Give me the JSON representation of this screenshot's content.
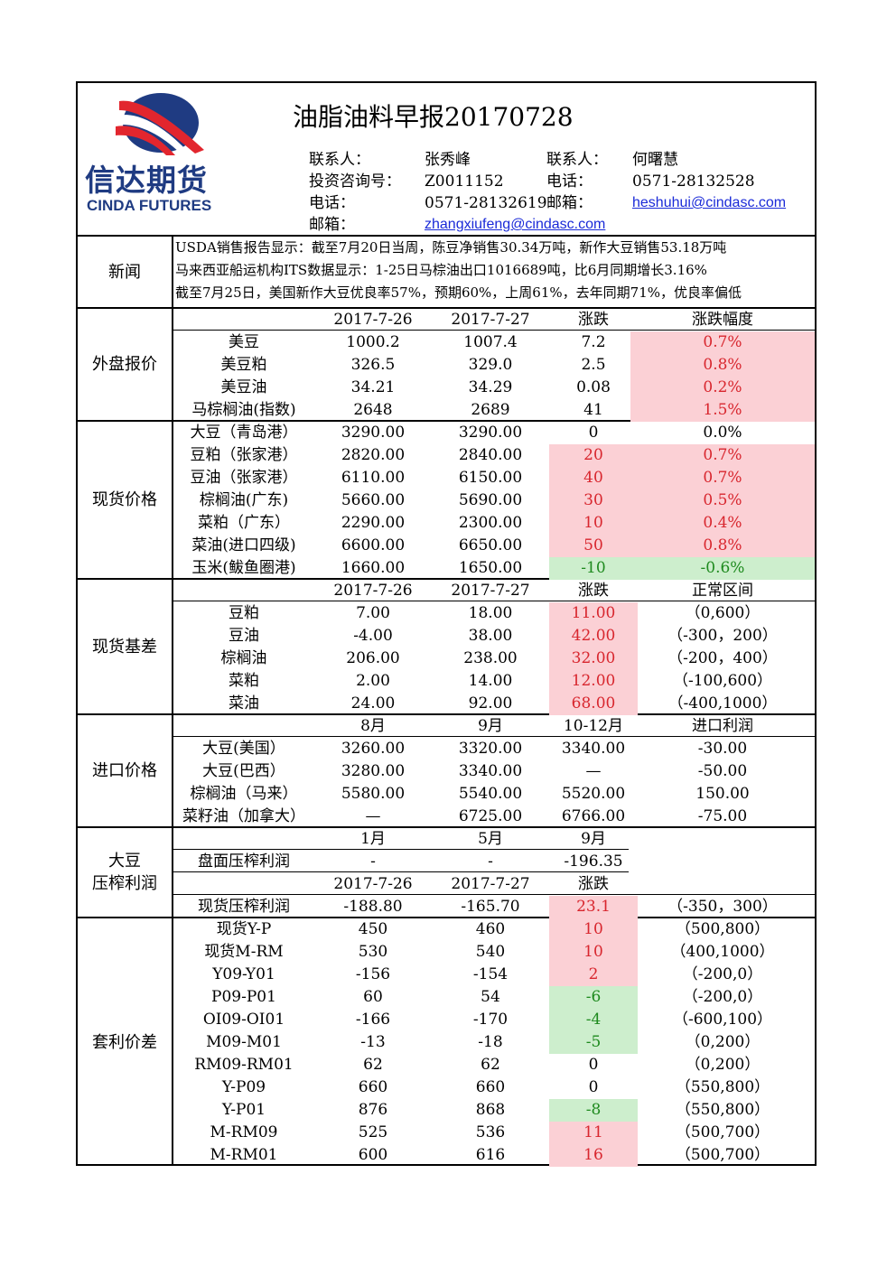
{
  "title": "油脂油料早报20170728",
  "logo": {
    "cn": "信达期货",
    "en": "CINDA FUTURES"
  },
  "contacts": {
    "row1": [
      "联系人：",
      "张秀峰",
      "联系人：",
      "何曙慧"
    ],
    "row2": [
      "投资咨询号：",
      "Z0011152",
      "电话：",
      "0571-28132528"
    ],
    "row3": [
      "电话：",
      "0571-28132619",
      "邮箱：",
      "heshuhui@cindasc.com"
    ],
    "row4": [
      "邮箱：",
      "zhangxiufeng@cindasc.com"
    ]
  },
  "news": {
    "label": "新闻",
    "lines": [
      "USDA销售报告显示：截至7月20日当周，陈豆净销售30.34万吨，新作大豆销售53.18万吨",
      "马来西亚船运机构ITS数据显示：1-25日马棕油出口1016689吨，比6月同期增长3.16%",
      "截至7月25日，美国新作大豆优良率57%，预期60%，上周61%，去年同期71%，优良率偏低"
    ]
  },
  "foreign": {
    "label": "外盘报价",
    "header": [
      "",
      "2017-7-26",
      "2017-7-27",
      "涨跌",
      "涨跌幅度"
    ],
    "rows": [
      [
        "美豆",
        "1000.2",
        "1007.4",
        "7.2",
        "0.7%"
      ],
      [
        "美豆粕",
        "326.5",
        "329.0",
        "2.5",
        "0.8%"
      ],
      [
        "美豆油",
        "34.21",
        "34.29",
        "0.08",
        "0.2%"
      ],
      [
        "马棕榈油(指数)",
        "2648",
        "2689",
        "41",
        "1.5%"
      ]
    ]
  },
  "spot": {
    "label": "现货价格",
    "rows": [
      [
        "大豆（青岛港）",
        "3290.00",
        "3290.00",
        "0",
        "0.0%"
      ],
      [
        "豆粕（张家港）",
        "2820.00",
        "2840.00",
        "20",
        "0.7%"
      ],
      [
        "豆油（张家港）",
        "6110.00",
        "6150.00",
        "40",
        "0.7%"
      ],
      [
        "棕榈油(广东)",
        "5660.00",
        "5690.00",
        "30",
        "0.5%"
      ],
      [
        "菜粕（广东）",
        "2290.00",
        "2300.00",
        "10",
        "0.4%"
      ],
      [
        "菜油(进口四级)",
        "6600.00",
        "6650.00",
        "50",
        "0.8%"
      ],
      [
        "玉米(鲅鱼圈港)",
        "1660.00",
        "1650.00",
        "-10",
        "-0.6%"
      ]
    ]
  },
  "basis": {
    "label": "现货基差",
    "header": [
      "",
      "2017-7-26",
      "2017-7-27",
      "涨跌",
      "正常区间"
    ],
    "rows": [
      [
        "豆粕",
        "7.00",
        "18.00",
        "11.00",
        "（0,600）"
      ],
      [
        "豆油",
        "-4.00",
        "38.00",
        "42.00",
        "（-300，200）"
      ],
      [
        "棕榈油",
        "206.00",
        "238.00",
        "32.00",
        "（-200，400）"
      ],
      [
        "菜粕",
        "2.00",
        "14.00",
        "12.00",
        "（-100,600）"
      ],
      [
        "菜油",
        "24.00",
        "92.00",
        "68.00",
        "（-400,1000）"
      ]
    ]
  },
  "import": {
    "label": "进口价格",
    "header": [
      "",
      "8月",
      "9月",
      "10-12月",
      "进口利润"
    ],
    "rows": [
      [
        "大豆(美国）",
        "3260.00",
        "3320.00",
        "3340.00",
        "-30.00"
      ],
      [
        "大豆(巴西）",
        "3280.00",
        "3340.00",
        "—",
        "-50.00"
      ],
      [
        "棕榈油（马来）",
        "5580.00",
        "5540.00",
        "5520.00",
        "150.00"
      ],
      [
        "菜籽油（加拿大）",
        "—",
        "6725.00",
        "6766.00",
        "-75.00"
      ]
    ]
  },
  "crush": {
    "label1": "大豆",
    "label2": "压榨利润",
    "header1": [
      "",
      "1月",
      "5月",
      "9月"
    ],
    "row1": [
      "盘面压榨利润",
      "-",
      "-",
      "-196.35"
    ],
    "header2": [
      "",
      "2017-7-26",
      "2017-7-27",
      "涨跌"
    ],
    "row2": [
      "现货压榨利润",
      "-188.80",
      "-165.70",
      "23.1",
      "（-350，300）"
    ]
  },
  "spread": {
    "label": "套利价差",
    "rows": [
      [
        "现货Y-P",
        "450",
        "460",
        "10",
        "（500,800）"
      ],
      [
        "现货M-RM",
        "530",
        "540",
        "10",
        "（400,1000）"
      ],
      [
        "Y09-Y01",
        "-156",
        "-154",
        "2",
        "（-200,0）"
      ],
      [
        "P09-P01",
        "60",
        "54",
        "-6",
        "（-200,0）"
      ],
      [
        "OI09-OI01",
        "-166",
        "-170",
        "-4",
        "（-600,100）"
      ],
      [
        "M09-M01",
        "-13",
        "-18",
        "-5",
        "（0,200）"
      ],
      [
        "RM09-RM01",
        "62",
        "62",
        "0",
        "（0,200）"
      ],
      [
        "Y-P09",
        "660",
        "660",
        "0",
        "（550,800）"
      ],
      [
        "Y-P01",
        "876",
        "868",
        "-8",
        "（550,800）"
      ],
      [
        "M-RM09",
        "525",
        "536",
        "11",
        "（500,700）"
      ],
      [
        "M-RM01",
        "600",
        "616",
        "16",
        "（500,700）"
      ]
    ]
  },
  "colors": {
    "up_text": "#d8262e",
    "down_text": "#1e8a1e",
    "up_bg": "#fbd0d5",
    "down_bg": "#cdeecd",
    "link": "#1a2ad8"
  }
}
